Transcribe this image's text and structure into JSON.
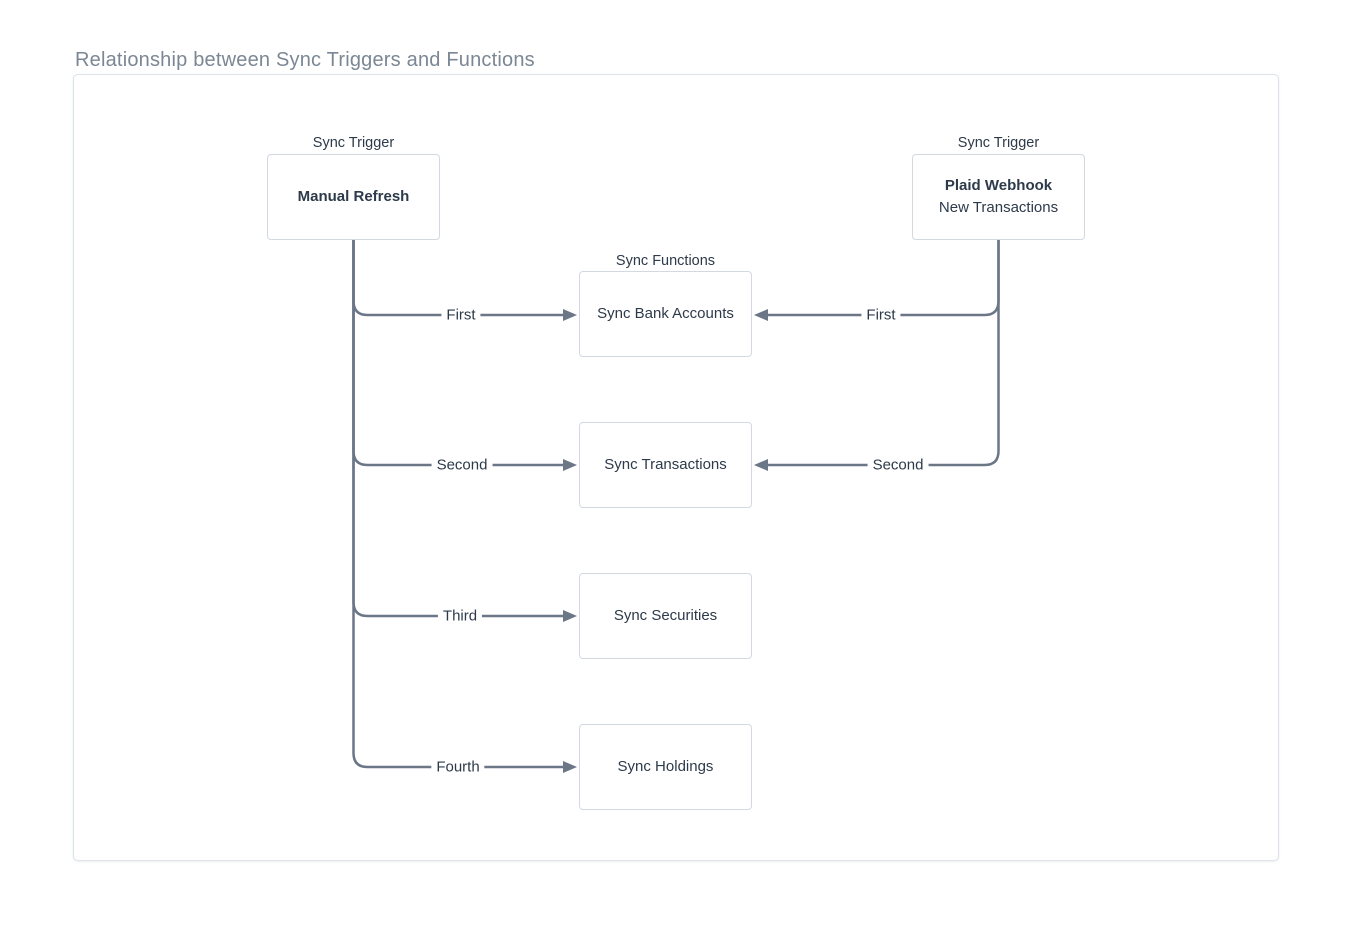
{
  "title": "Relationship between Sync Triggers and Functions",
  "diagram": {
    "trigger_left": {
      "group_label": "Sync Trigger",
      "title": "Manual Refresh"
    },
    "trigger_right": {
      "group_label": "Sync Trigger",
      "title": "Plaid Webhook",
      "subtitle": "New Transactions"
    },
    "functions_group_label": "Sync Functions",
    "functions": [
      "Sync Bank Accounts",
      "Sync Transactions",
      "Sync Securities",
      "Sync Holdings"
    ],
    "edge_labels_left": [
      "First",
      "Second",
      "Third",
      "Fourth"
    ],
    "edge_labels_right": [
      "First",
      "Second"
    ]
  },
  "colors": {
    "line": "#6b7687",
    "box_border": "#d3d9e0",
    "box_text": "#2d3a4a",
    "container_border": "#dde3ea",
    "title_text": "#7b8794"
  }
}
